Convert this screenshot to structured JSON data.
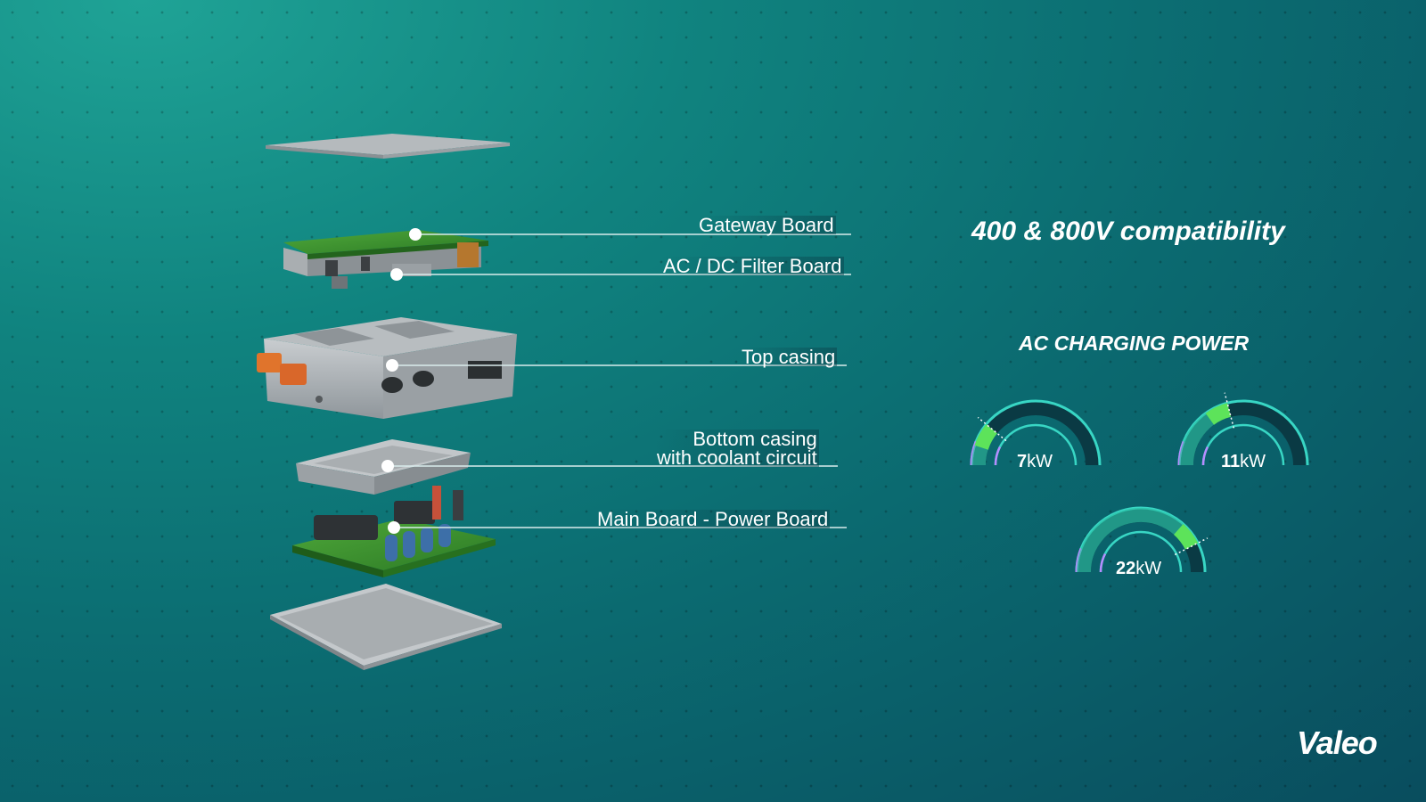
{
  "labels": {
    "gateway_board": "Gateway Board",
    "filter_board": "AC / DC Filter Board",
    "top_casing": "Top casing",
    "bottom_casing_line1": "Bottom casing",
    "bottom_casing_line2": "with coolant circuit",
    "main_board": "Main Board - Power Board"
  },
  "headings": {
    "compatibility": "400 & 800V compatibility",
    "ac_charging_power": "AC CHARGING POWER"
  },
  "gauges": [
    {
      "value": "7",
      "unit": "kW",
      "level": 0.22
    },
    {
      "value": "11",
      "unit": "kW",
      "level": 0.42
    },
    {
      "value": "22",
      "unit": "kW",
      "level": 0.85
    }
  ],
  "brand": {
    "name": "Valeo"
  },
  "colors": {
    "accent_green": "#5de35a",
    "arc_cyan": "#38d6c4",
    "arc_purple": "#b78cff"
  }
}
